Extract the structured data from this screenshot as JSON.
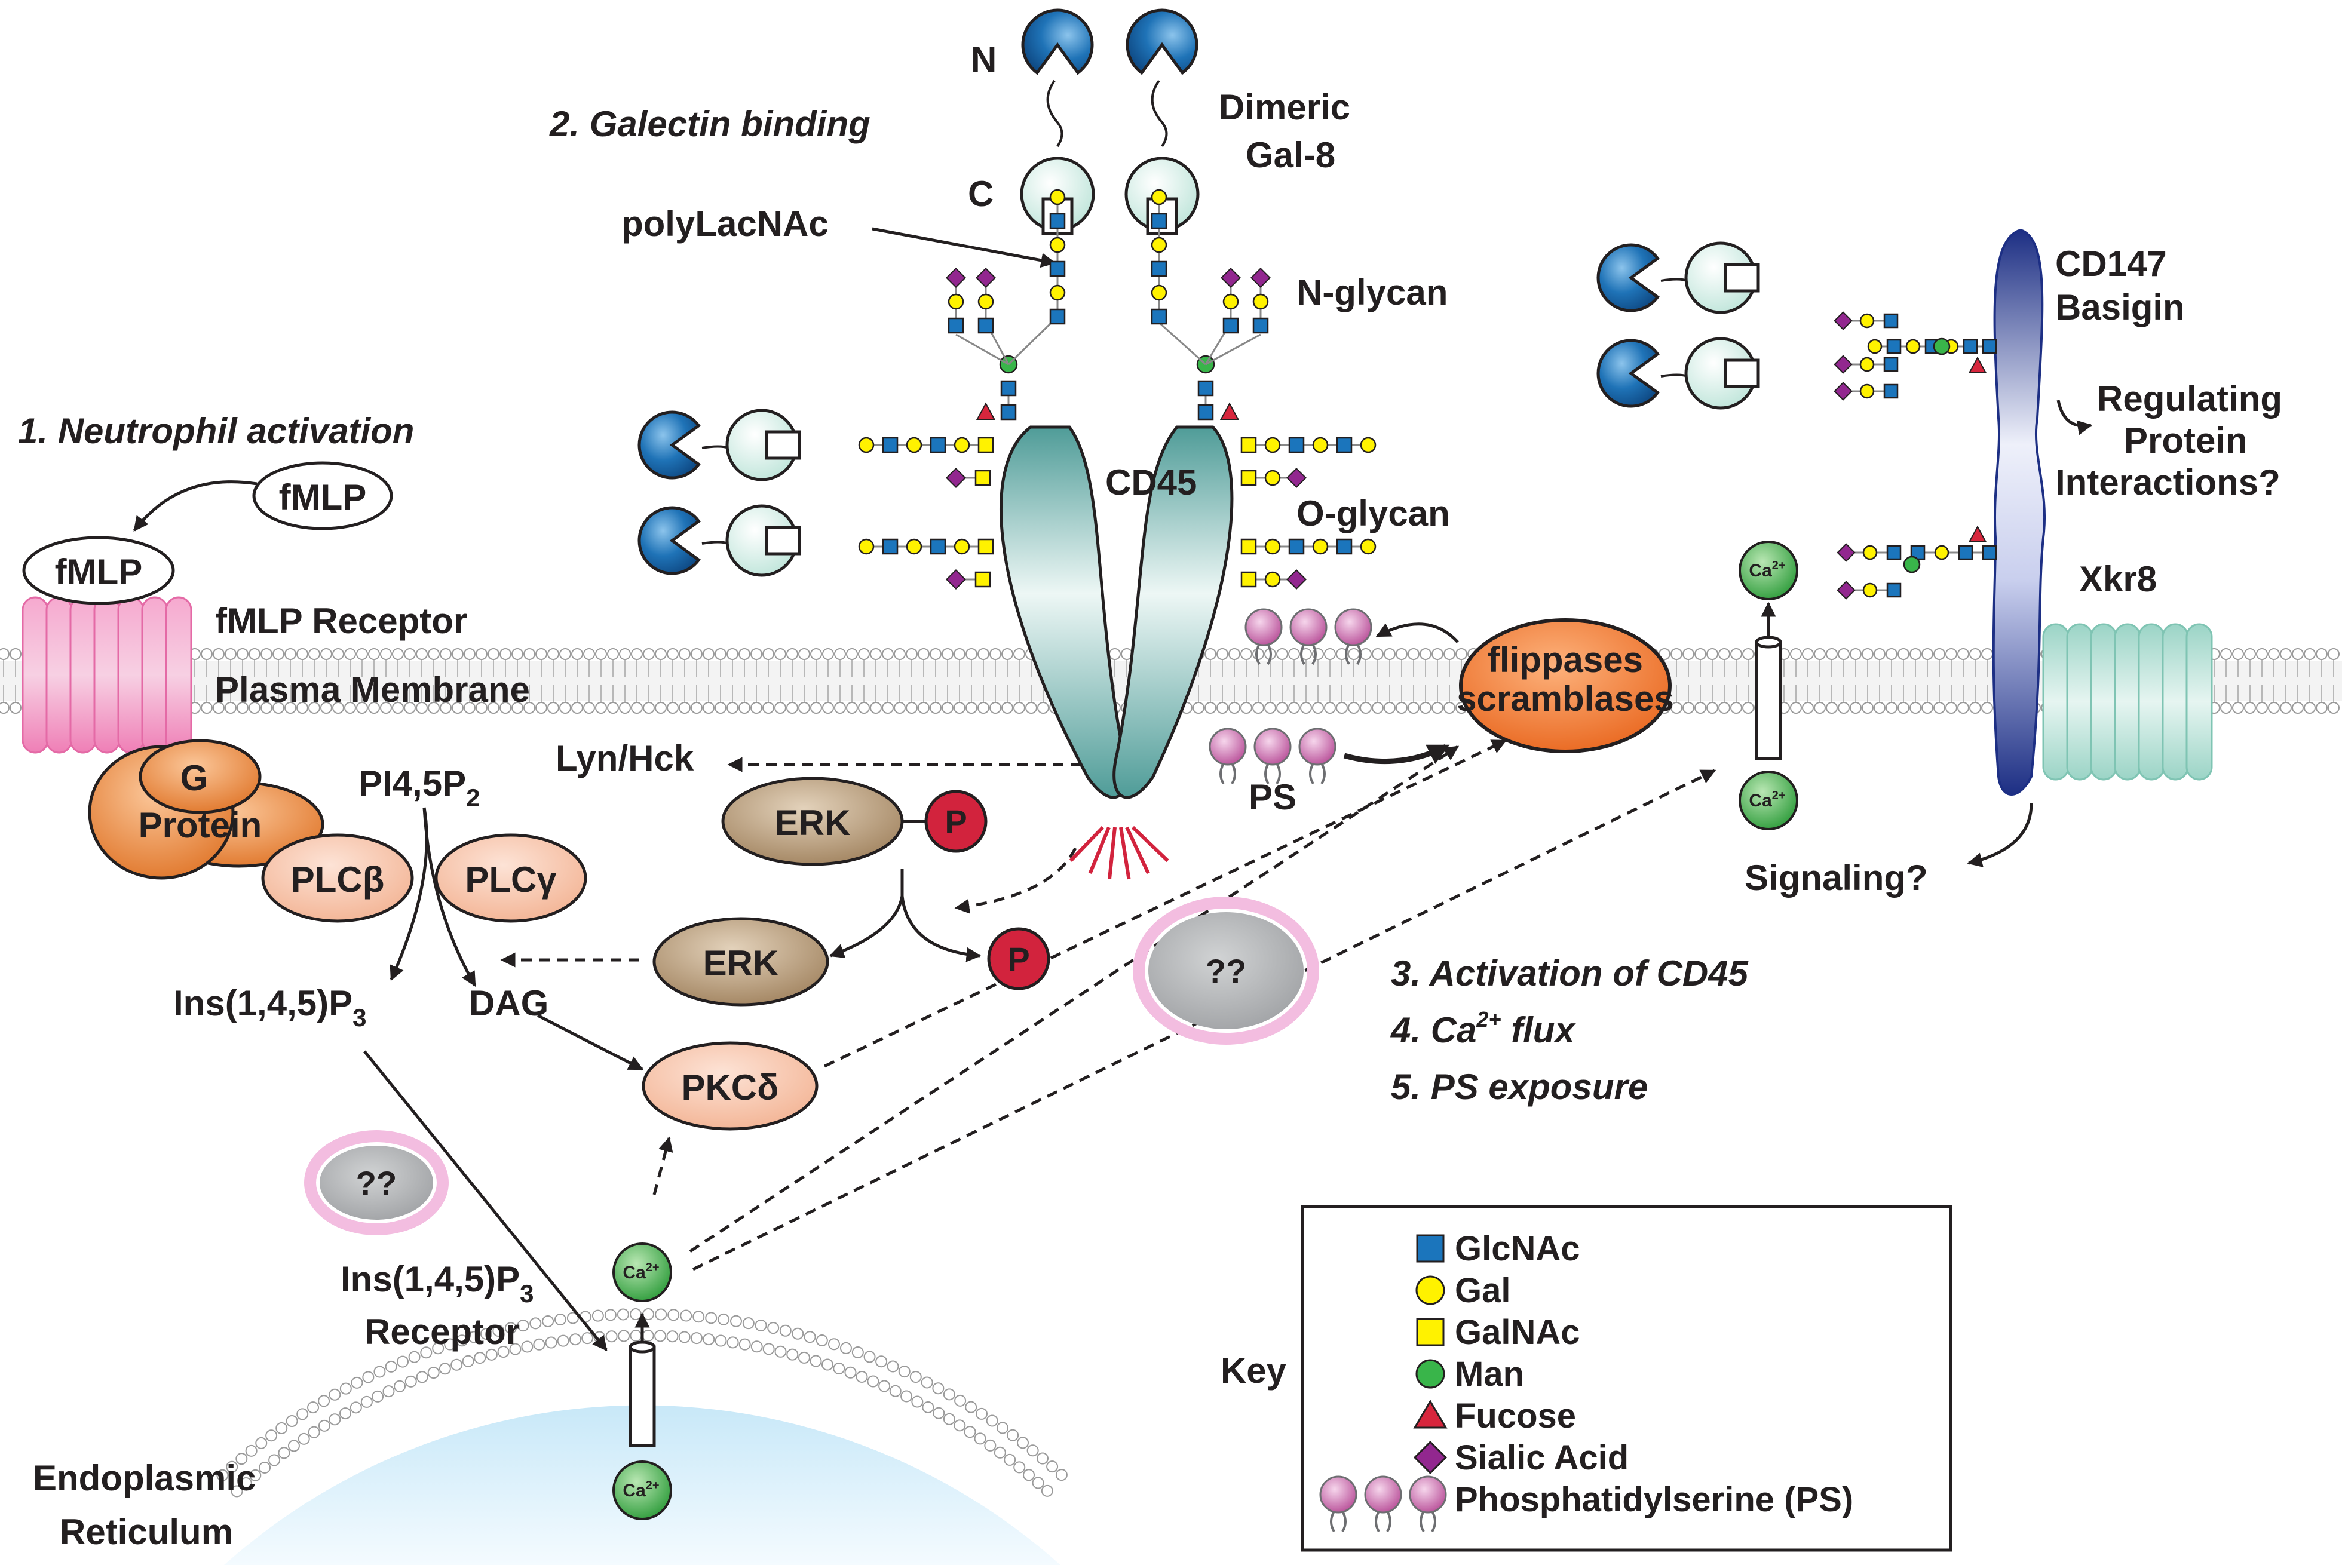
{
  "headings": {
    "neutrophil_activation": "1. Neutrophil activation",
    "galectin_binding": "2. Galectin binding",
    "activation_cd45": "3. Activation of CD45",
    "ca_flux_prefix": "4. Ca",
    "ca_flux_sup": "2+",
    "ca_flux_suffix": " flux",
    "ps_exposure": "5. PS exposure"
  },
  "labels": {
    "fmlp": "fMLP",
    "fmlp_receptor": "fMLP Receptor",
    "plasma_membrane": "Plasma Membrane",
    "g": "G",
    "protein": "Protein",
    "plc_beta": "PLCβ",
    "plc_gamma": "PLCγ",
    "pi45p2_main": "PI4,5P",
    "pi45p2_sub": "2",
    "ins145p3_main": "Ins(1,4,5)P",
    "ins145p3_sub": "3",
    "dag": "DAG",
    "pkc_delta": "PKCδ",
    "erk": "ERK",
    "p": "P",
    "lyn_hck": "Lyn/Hck",
    "cd45": "CD45",
    "n": "N",
    "c": "C",
    "dimeric": "Dimeric",
    "gal8": "Gal-8",
    "polylacnac": "polyLacNAc",
    "n_glycan": "N-glycan",
    "o_glycan": "O-glycan",
    "ps": "PS",
    "flippases": "flippases",
    "scramblases": "scramblases",
    "ca": "Ca",
    "ca_sup": "2+",
    "unknown": "??",
    "cd147": "CD147",
    "basigin": "Basigin",
    "regulating1": "Regulating",
    "regulating2": "Protein",
    "regulating3": "Interactions?",
    "xkr8": "Xkr8",
    "signaling": "Signaling?",
    "receptor_line1_main": "Ins(1,4,5)P",
    "receptor_line1_sub": "3",
    "receptor_line2": "Receptor",
    "er_line1": "Endoplasmic",
    "er_line2": "Reticulum"
  },
  "key": {
    "title": "Key",
    "items": [
      {
        "label": "GlcNAc",
        "symbol": "square",
        "color": "#1b75bc"
      },
      {
        "label": "Gal",
        "symbol": "circle",
        "color": "#fff200"
      },
      {
        "label": "GalNAc",
        "symbol": "square",
        "color": "#fff200"
      },
      {
        "label": "Man",
        "symbol": "circle",
        "color": "#39b54a"
      },
      {
        "label": "Fucose",
        "symbol": "triangle",
        "color": "#d7263d"
      },
      {
        "label": "Sialic Acid",
        "symbol": "diamond",
        "color": "#92278f"
      },
      {
        "label": "Phosphatidylserine (PS)",
        "symbol": "ps-lipid",
        "color": "#c561a5"
      }
    ]
  },
  "colors": {
    "galectin_n": "#1f73b7",
    "galectin_c": "#d6efe8",
    "cd45": "#4f9c98",
    "receptor": "#f07fb4",
    "g_protein": "#e89a5c",
    "plc": "#f7c3ad",
    "erk": "#a68a68",
    "phospho": "#d2233d",
    "flippase": "#f07d2e",
    "calcium": "#39b54a",
    "unknown_fill": "#a7a9ac",
    "unknown_ring": "#f3bde0",
    "basigin": "#2b3e93",
    "xkr8": "#a8ddd0"
  }
}
